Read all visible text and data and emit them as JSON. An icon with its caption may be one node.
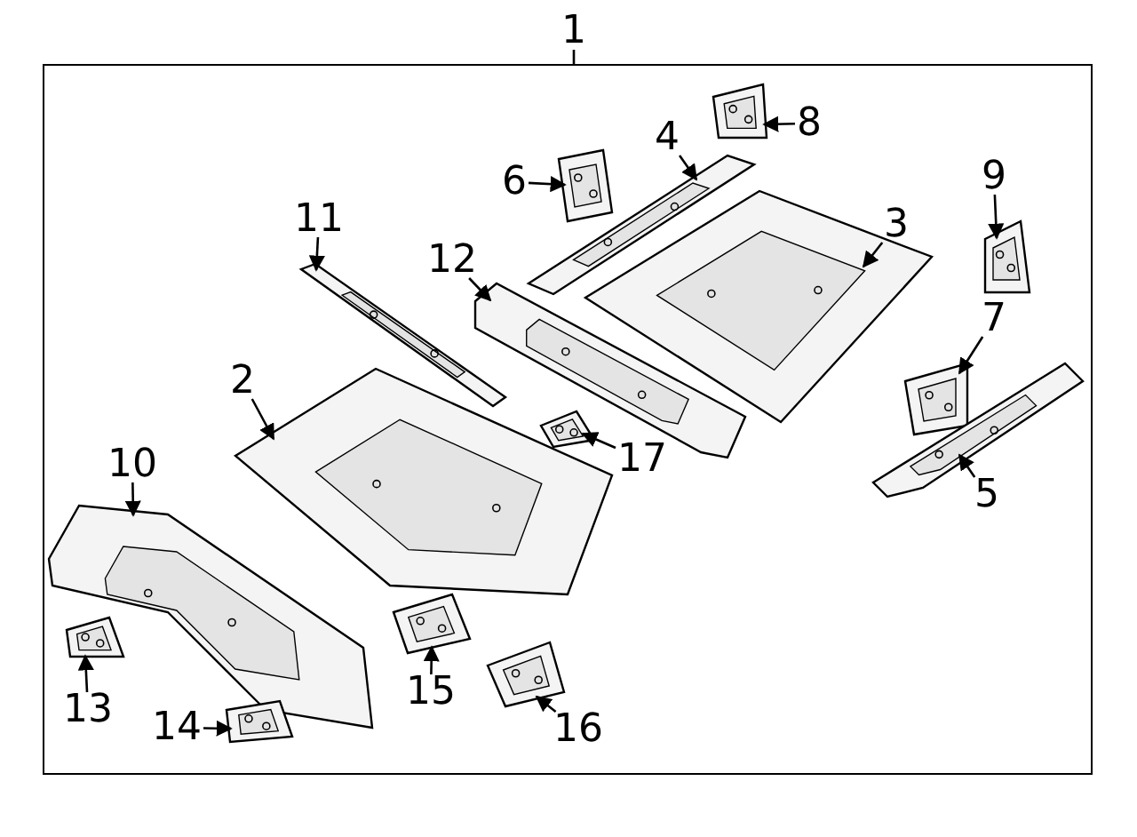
{
  "diagram": {
    "nodes": [
      {
        "text": [
          "1"
        ]
      },
      {
        "text": [],
        "shape": "box"
      },
      {
        "text": [
          "8"
        ],
        "in": 1
      },
      {
        "text": [
          "4"
        ],
        "in": 1
      },
      {
        "text": [
          "6"
        ],
        "in": 1
      },
      {
        "text": [
          "9"
        ],
        "in": 1
      },
      {
        "text": [
          "3"
        ],
        "in": 1
      },
      {
        "text": [
          "11"
        ],
        "in": 1
      },
      {
        "text": [
          "12"
        ],
        "in": 1
      },
      {
        "text": [
          "7"
        ],
        "in": 1
      },
      {
        "text": [
          "2"
        ],
        "in": 1
      },
      {
        "text": [
          "17"
        ],
        "in": 1
      },
      {
        "text": [
          "10"
        ],
        "in": 1
      },
      {
        "text": [
          "5"
        ],
        "in": 1
      },
      {
        "text": [
          "15"
        ],
        "in": 1
      },
      {
        "text": [
          "13"
        ],
        "in": 1
      },
      {
        "text": [
          "16"
        ],
        "in": 1
      },
      {
        "text": [
          "14"
        ],
        "in": 1
      },
      {
        "text": [],
        "shape": "picture",
        "in": 1
      },
      {
        "text": [],
        "shape": "picture",
        "in": 1
      },
      {
        "text": [],
        "shape": "picture",
        "in": 1
      },
      {
        "text": [],
        "shape": "picture",
        "in": 1
      },
      {
        "text": [],
        "shape": "picture",
        "in": 1
      },
      {
        "text": [],
        "shape": "picture",
        "in": 1
      },
      {
        "text": [],
        "shape": "picture",
        "in": 1
      },
      {
        "text": [],
        "shape": "picture",
        "in": 1
      },
      {
        "text": [],
        "shape": "picture",
        "in": 1
      },
      {
        "text": [],
        "shape": "picture",
        "in": 1
      },
      {
        "text": [],
        "shape": "picture",
        "in": 1
      },
      {
        "text": [],
        "shape": "picture",
        "in": 1
      },
      {
        "text": [],
        "shape": "picture",
        "in": 1
      },
      {
        "text": [],
        "shape": "picture",
        "in": 1
      },
      {
        "text": [],
        "shape": "picture",
        "in": 1
      },
      {
        "text": [],
        "shape": "picture",
        "in": 1
      }
    ],
    "edges": [
      {
        "from": 0,
        "to": 1,
        "arrow": "none"
      },
      {
        "from": 2,
        "to": 18,
        "arrow": "to"
      },
      {
        "from": 3,
        "to": 20,
        "arrow": "to"
      },
      {
        "from": 4,
        "to": 19,
        "arrow": "to"
      },
      {
        "from": 5,
        "to": 22,
        "arrow": "to"
      },
      {
        "from": 6,
        "to": 21,
        "arrow": "to"
      },
      {
        "from": 7,
        "to": 23,
        "arrow": "to"
      },
      {
        "from": 8,
        "to": 24,
        "arrow": "to"
      },
      {
        "from": 9,
        "to": 25,
        "arrow": "to"
      },
      {
        "from": 10,
        "to": 27,
        "arrow": "to"
      },
      {
        "from": 11,
        "to": 28,
        "arrow": "to"
      },
      {
        "from": 12,
        "to": 29,
        "arrow": "to"
      },
      {
        "from": 13,
        "to": 26,
        "arrow": "to"
      },
      {
        "from": 14,
        "to": 30,
        "arrow": "to"
      },
      {
        "from": 15,
        "to": 31,
        "arrow": "to"
      },
      {
        "from": 16,
        "to": 32,
        "arrow": "to"
      },
      {
        "from": 17,
        "to": 33,
        "arrow": "to"
      }
    ]
  }
}
